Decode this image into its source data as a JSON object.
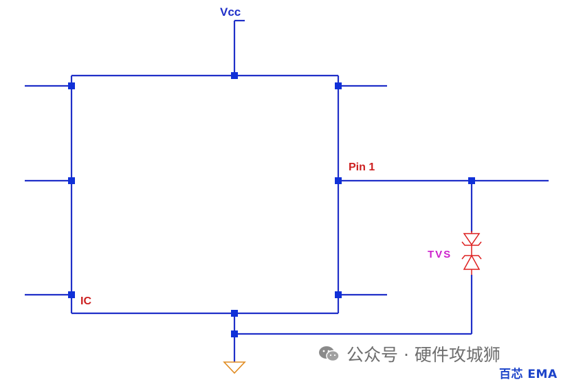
{
  "labels": {
    "vcc": "Vcc",
    "pin1": "Pin 1",
    "ic": "IC",
    "tvs": "TVS"
  },
  "watermark": {
    "text": "公众号 · 硬件攻城狮",
    "brand": "百芯 EMA"
  },
  "colors": {
    "wire": "#1f2fc8",
    "node": "#1030d8",
    "red_label": "#cc1f1f",
    "tvs_label": "#cc22cc",
    "ground": "#e08a1f",
    "tvs_diode": "#dd2020"
  },
  "icons": [
    "wechat-icon"
  ]
}
